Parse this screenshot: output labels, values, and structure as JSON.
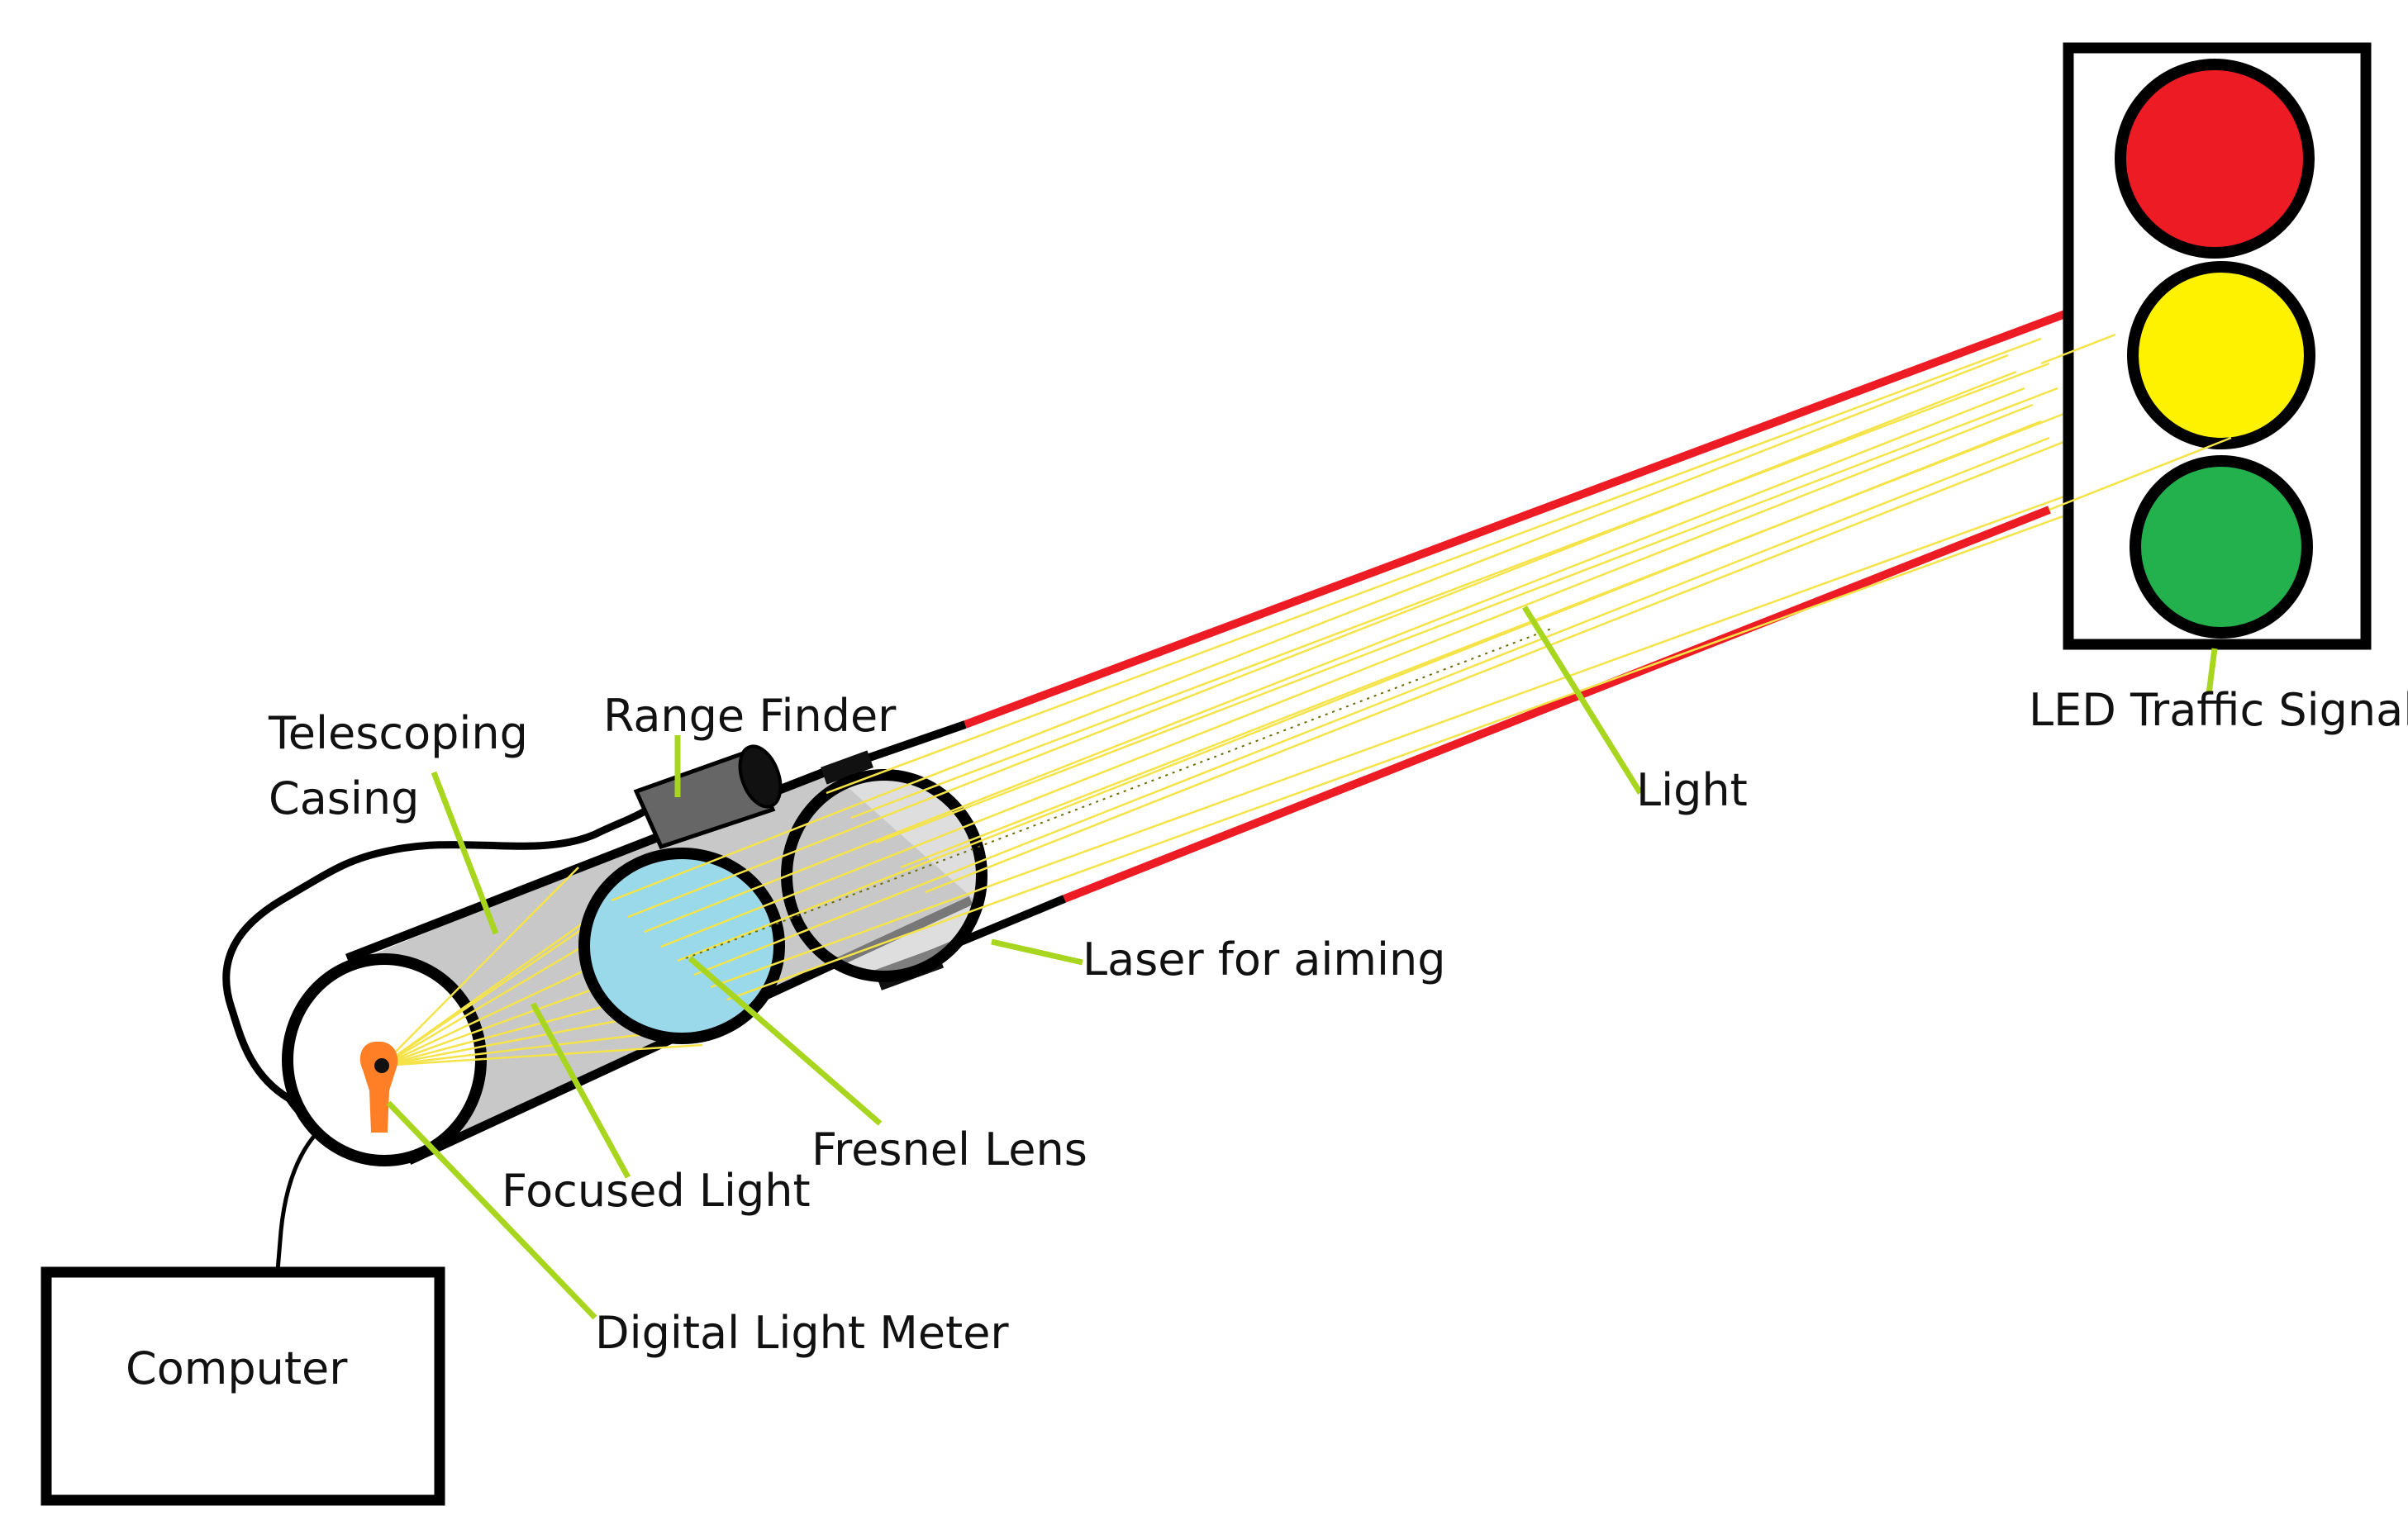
{
  "labels": {
    "telescoping_casing_line1": "Telescoping",
    "telescoping_casing_line2": "Casing",
    "range_finder": "Range Finder",
    "laser_for_aiming": "Laser for aiming",
    "light": "Light",
    "led_traffic_signal": "LED Traffic Signal",
    "fresnel_lens": "Fresnel Lens",
    "focused_light": "Focused Light",
    "digital_light_meter": "Digital Light Meter",
    "computer": "Computer"
  },
  "signal_lamps": [
    {
      "name": "red-lamp",
      "color": "#ed1c24"
    },
    {
      "name": "yellow-lamp",
      "color": "#fff200"
    },
    {
      "name": "green-lamp",
      "color": "#22b14c"
    }
  ],
  "colors": {
    "laser_beam": "#ed1c24",
    "light_rays": "#f5e34a",
    "leader_lines": "#a8d51e",
    "casing": "#c8c8c8",
    "fresnel_lens": "#99d9ea",
    "light_meter": "#ff7f27",
    "outline": "#000000"
  }
}
